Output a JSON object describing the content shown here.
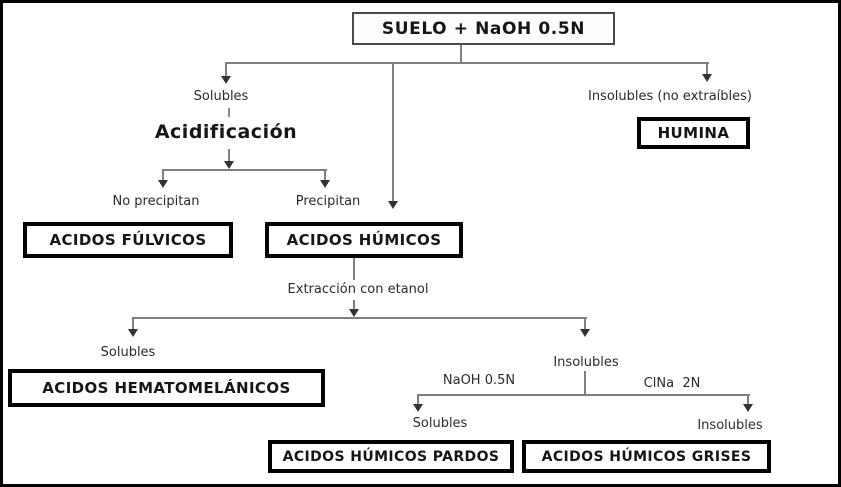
{
  "nodes": {
    "root": "SUELO + NaOH 0.5N",
    "humina": "HUMINA",
    "fulvicos": "ACIDOS FÚLVICOS",
    "humicos": "ACIDOS HÚMICOS",
    "hematomelanicos": "ACIDOS HEMATOMELÁNICOS",
    "pardos": "ACIDOS HÚMICOS PARDOS",
    "grises": "ACIDOS HÚMICOS GRISES"
  },
  "labels": {
    "solubles_top": "Solubles",
    "insolubles_top": "Insolubles (no extraíbles)",
    "acidificacion": "Acidificación",
    "no_precipitan": "No precipitan",
    "precipitan": "Precipitan",
    "extraccion": "Extracción con etanol",
    "solubles_mid": "Solubles",
    "insolubles_mid": "Insolubles",
    "naoh": "NaOH 0.5N",
    "clna": "ClNa  2N",
    "solubles_bottom": "Solubles",
    "insolubles_bottom": "Insolubles"
  },
  "colors": {
    "background": "#ffffff",
    "border": "#000000",
    "line": "#7f7f7f",
    "arrow": "#333333",
    "text": "#2b2b2b"
  }
}
